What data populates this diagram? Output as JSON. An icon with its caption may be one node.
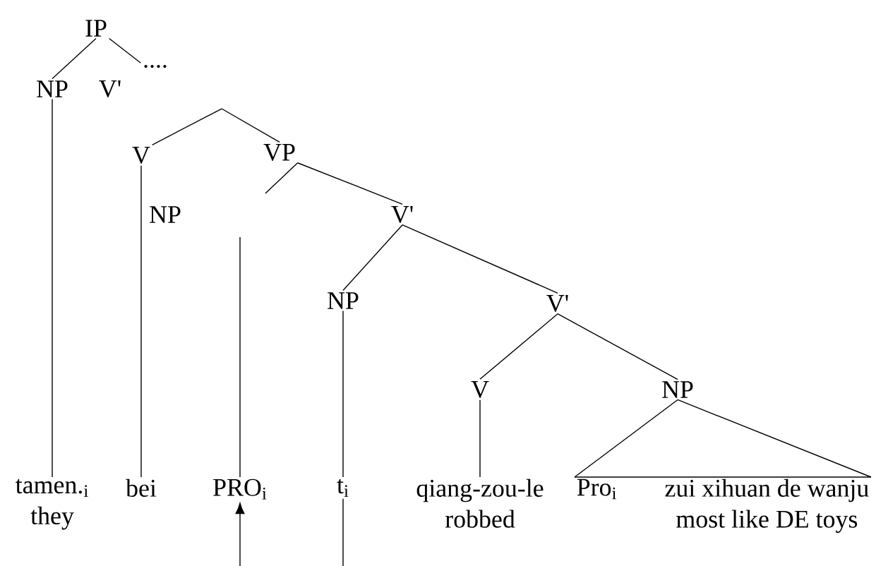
{
  "diagram": {
    "nodes": [
      {
        "text": [
          "IP"
        ]
      },
      {
        "text": [
          "NP"
        ]
      },
      {
        "text": [
          "V'"
        ]
      },
      {
        "text": [
          "...."
        ]
      },
      {
        "text": [
          "V"
        ]
      },
      {
        "text": [
          "VP"
        ]
      },
      {
        "text": [
          "NP"
        ]
      },
      {
        "text": [
          "V'"
        ]
      },
      {
        "text": [
          "NP"
        ]
      },
      {
        "text": [
          "V'"
        ]
      },
      {
        "text": [
          "V"
        ]
      },
      {
        "text": [
          "NP"
        ]
      },
      {
        "text": [
          "tamen.$_{i}$",
          "they"
        ]
      },
      {
        "text": [
          "bei"
        ]
      },
      {
        "text": [
          "PRO$_{i}$"
        ]
      },
      {
        "text": [
          "t$_{i}$"
        ]
      },
      {
        "text": [
          "qiang-zou-le",
          "robbed"
        ]
      },
      {
        "text": [
          "Pro$_{i}$"
        ]
      },
      {
        "text": [
          "zui xihuan de wanju",
          "most like DE toys"
        ]
      }
    ],
    "edges": [
      {
        "from": 0,
        "to": 1,
        "arrow": "none"
      },
      {
        "from": 0,
        "to": 3,
        "arrow": "none"
      },
      {
        "from": 1,
        "to": 12,
        "arrow": "none"
      },
      {
        "from": null,
        "to": 4,
        "arrow": "none"
      },
      {
        "from": null,
        "to": 5,
        "arrow": "none"
      },
      {
        "from": 4,
        "to": 13,
        "arrow": "none"
      },
      {
        "from": 5,
        "to": 7,
        "arrow": "none"
      },
      {
        "from": null,
        "to": 14,
        "arrow": "none"
      },
      {
        "from": 7,
        "to": 8,
        "arrow": "none"
      },
      {
        "from": 7,
        "to": 9,
        "arrow": "none"
      },
      {
        "from": 8,
        "to": 15,
        "arrow": "none"
      },
      {
        "from": 9,
        "to": 10,
        "arrow": "none"
      },
      {
        "from": 9,
        "to": 11,
        "arrow": "none"
      },
      {
        "from": 10,
        "to": 16,
        "arrow": "none"
      },
      {
        "from": 11,
        "to": 17,
        "arrow": "none"
      },
      {
        "from": 11,
        "to": 18,
        "arrow": "none"
      },
      {
        "from": null,
        "to": 14,
        "arrow": "to"
      },
      {
        "from": 15,
        "to": null,
        "arrow": "none"
      },
      {
        "from": 5,
        "to": null,
        "arrow": "none"
      }
    ]
  }
}
